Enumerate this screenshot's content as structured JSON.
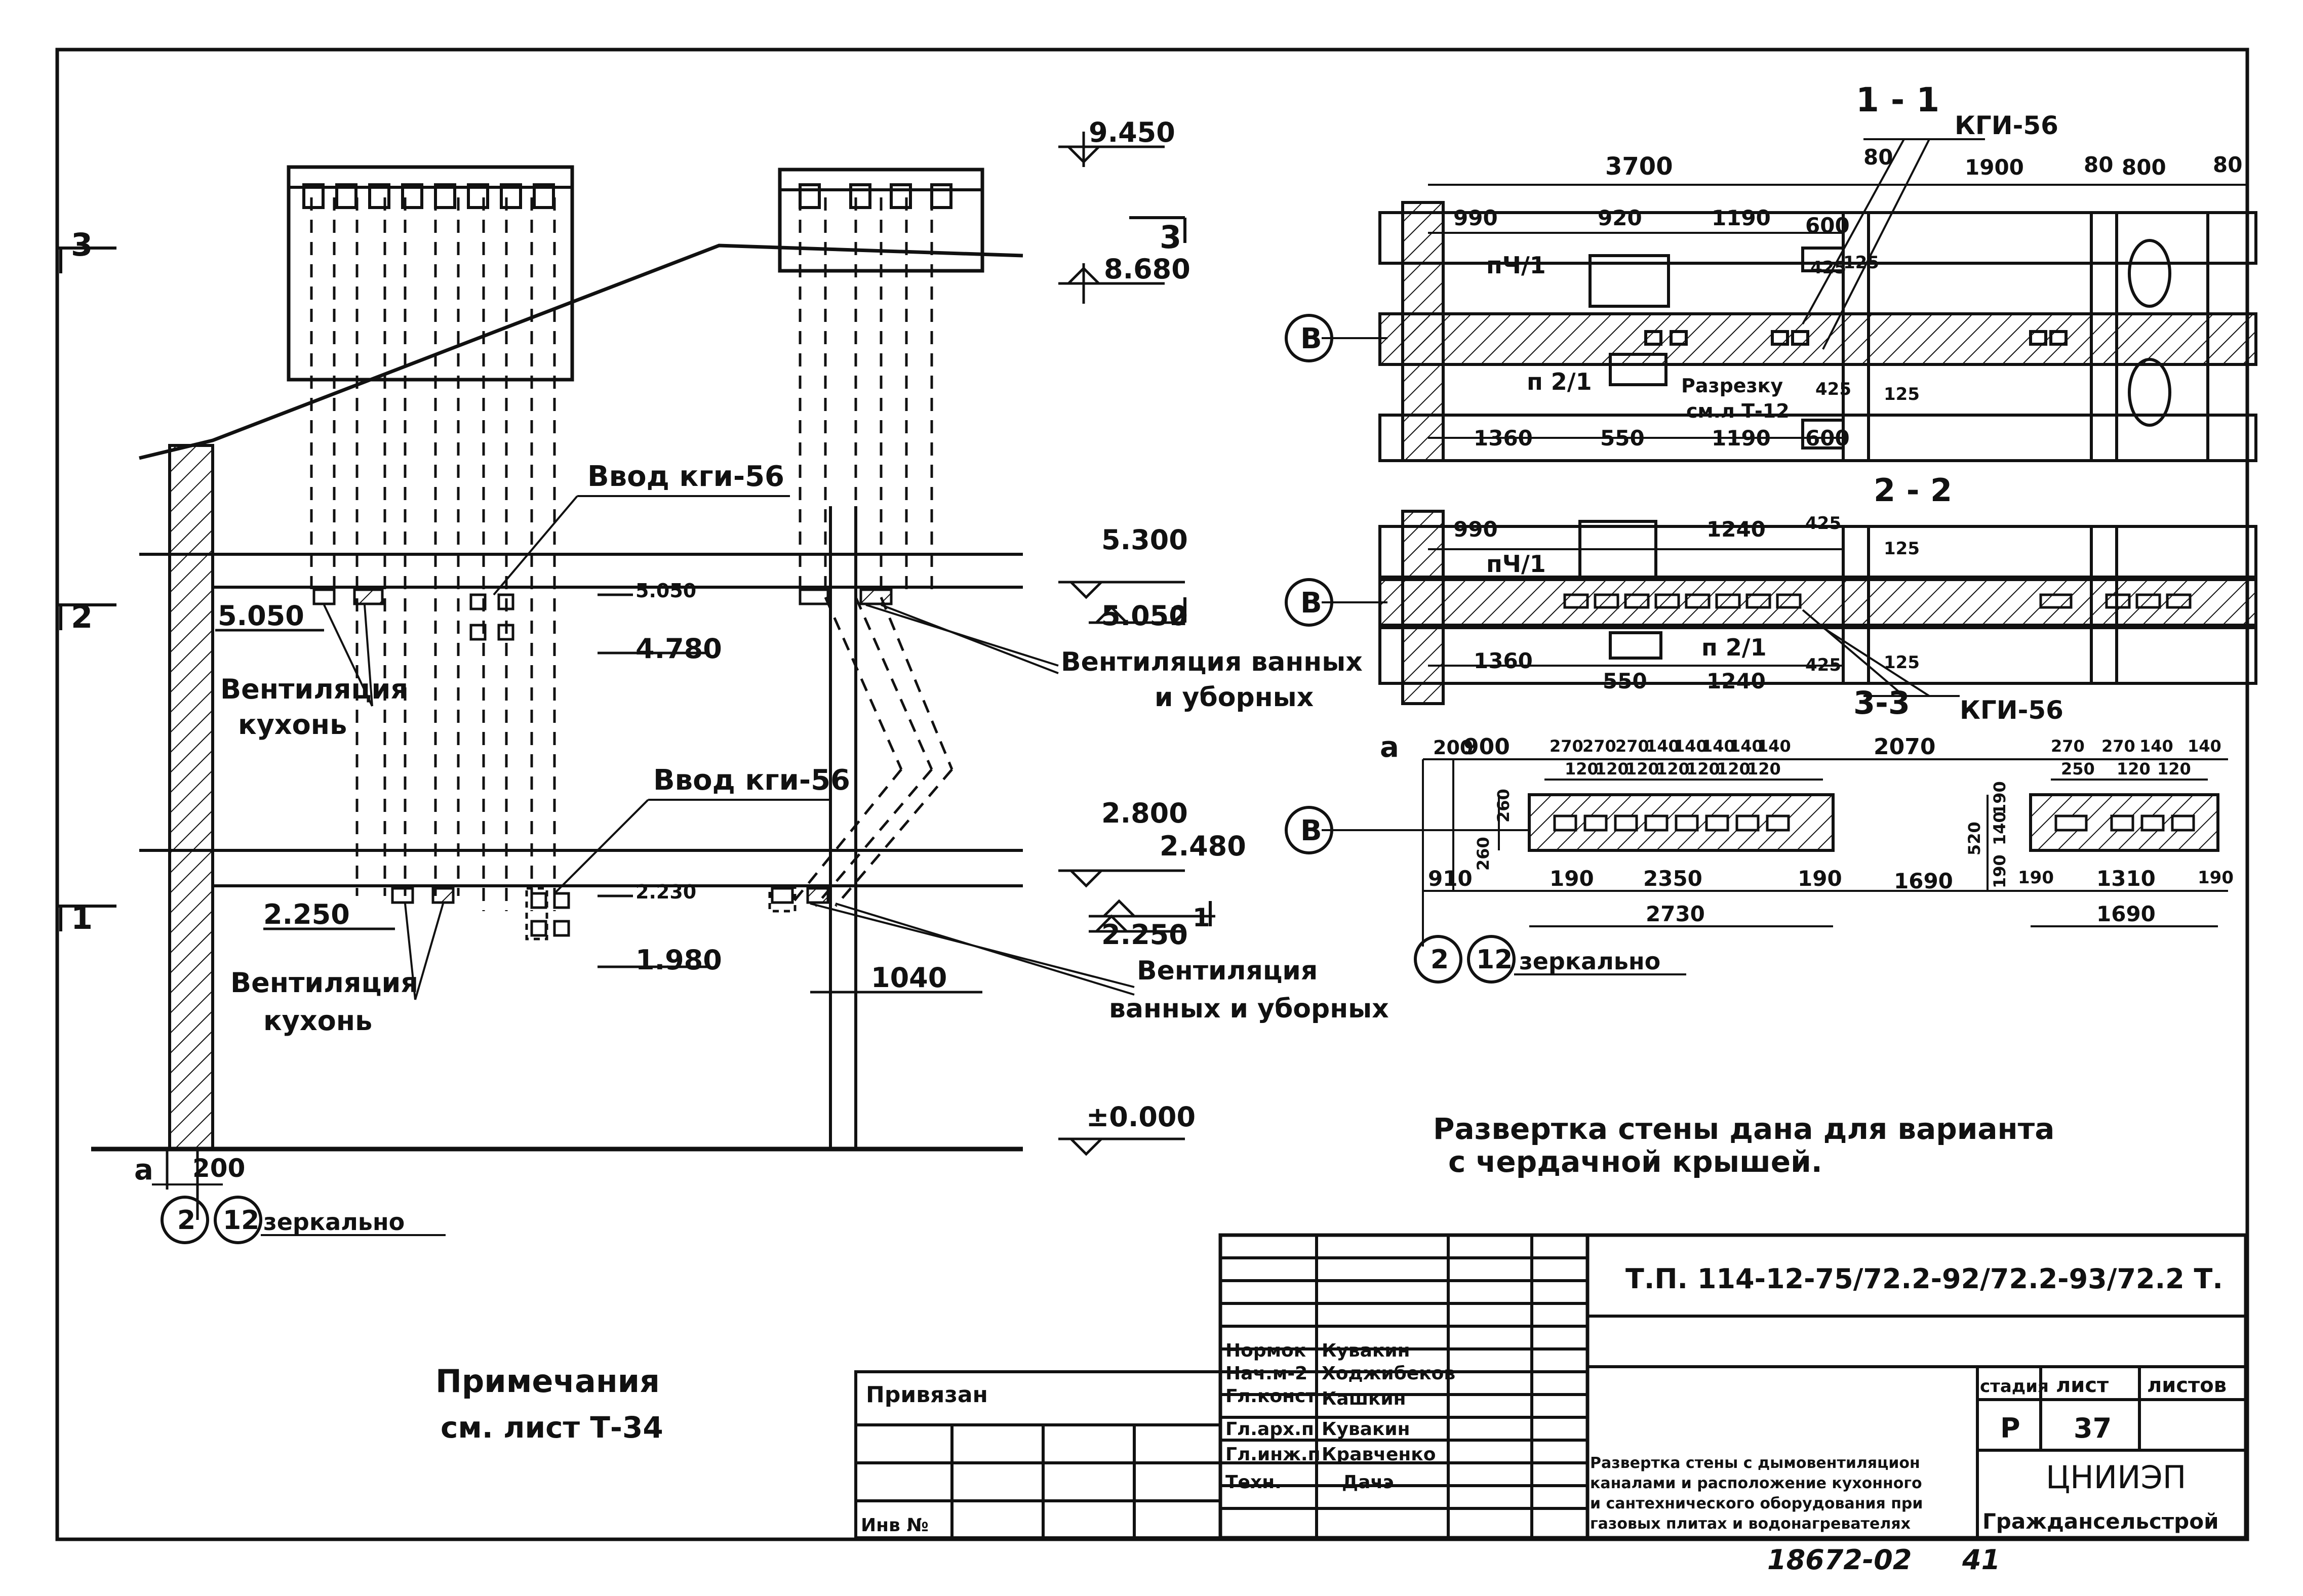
{
  "elevation": {
    "levels": [
      "9.450",
      "8.680",
      "5.300",
      "5.050",
      "2.800",
      "2.480",
      "2.250",
      "±0.000"
    ],
    "left_marks": [
      "5.050",
      "2.250"
    ],
    "mid_marks": [
      "5.050",
      "4.780",
      "2.230",
      "1.980"
    ],
    "floor_tags": [
      "3",
      "2",
      "1"
    ],
    "right_floor_tags": [
      "3",
      "2",
      "1"
    ],
    "dim_1040": "1040",
    "vvod_top": "Ввод кги-56",
    "vvod_bottom": "Ввод кги-56",
    "vent_kitchen_top_1": "Вентиляция",
    "vent_kitchen_top_2": "кухонь",
    "vent_kitchen_bot_1": "Вентиляция",
    "vent_kitchen_bot_2": "кухонь",
    "vent_bath_top_1": "Вентиляция ванных",
    "vent_bath_top_2": "и уборных",
    "vent_bath_bot_1": "Вентиляция",
    "vent_bath_bot_2": "ванных и уборных",
    "axis_a": "а",
    "axis_200": "200",
    "axis_2": "2",
    "axis_12": "12",
    "mirror": "зеркально"
  },
  "plans": {
    "section_11": "1 - 1",
    "section_22": "2 - 2",
    "section_33": "3-3",
    "kgi_top": "КГИ-56",
    "kgi_bottom": "КГИ-56",
    "axis_b": "В",
    "p1_top_dims": [
      "3700",
      "80",
      "1900",
      "80",
      "800",
      "80"
    ],
    "p1_row2_dims": [
      "990",
      "920",
      "1190",
      "600"
    ],
    "p1_bottom_dims": [
      "1360",
      "550",
      "1190",
      "600"
    ],
    "p1_small": [
      "425",
      "125",
      "425",
      "125"
    ],
    "p1_pch": "пЧ/1",
    "p1_p2": "п 2/1",
    "p1_razrez_1": "Разрезку",
    "p1_razrez_2": "см.л Т-12",
    "p2_top_dims": [
      "990",
      "1240",
      "425",
      "125"
    ],
    "p2_bottom_dims": [
      "1360",
      "550",
      "1240",
      "425",
      "125"
    ],
    "p2_pch": "пЧ/1",
    "p2_p2": "п 2/1",
    "p3_a": "а",
    "p3_200": "200",
    "p3_top_dims": [
      "900",
      "270",
      "270",
      "270",
      "140",
      "140",
      "140",
      "140",
      "140",
      "2070",
      "270",
      "270",
      "140",
      "140"
    ],
    "p3_mid_dims": [
      "120",
      "120",
      "120",
      "120",
      "120",
      "120",
      "120",
      "250",
      "120",
      "120"
    ],
    "p3_side_dims": [
      "260",
      "260",
      "520",
      "190",
      "140",
      "190"
    ],
    "p3_bottom_dims": [
      "910",
      "190",
      "2350",
      "190",
      "1690",
      "190",
      "1310",
      "190"
    ],
    "p3_total_dims": [
      "2730",
      "1690"
    ],
    "p3_axis_2": "2",
    "p3_axis_12": "12",
    "p3_mirror": "зеркально"
  },
  "note": {
    "line1": "Развертка стены дана для варианта",
    "line2": "с чердачной крышей."
  },
  "remarks": {
    "line1": "Примечания",
    "line2": "см. лист Т-34"
  },
  "title_block": {
    "code": "Т.П. 114-12-75/72.2-92/72.2-93/72.2 Т.",
    "privyazan": "Привязан",
    "inv": "Инв №",
    "roles": [
      "Нормок",
      "Нач.м-2",
      "Гл.конст",
      "Гл.арх.п",
      "Гл.инж.п",
      "Техн."
    ],
    "names": [
      "Кувакин",
      "Ходжибеков",
      "Кашкин",
      "Кувакин",
      "Кравченко",
      "Дачэ"
    ],
    "stage_label": "стадия",
    "sheet_label": "лист",
    "sheets_label": "листов",
    "stage": "Р",
    "sheet": "37",
    "description_1": "Развертка стены с дымовентиляцион",
    "description_2": "каналами и расположение кухонного",
    "description_3": "и сантехнического оборудования при",
    "description_4": "газовых плитах и водонагревателях",
    "org_1": "ЦНИИЭП",
    "org_2": "Граждансельстрой"
  },
  "footer": {
    "archive_no": "18672-02",
    "page": "41"
  }
}
